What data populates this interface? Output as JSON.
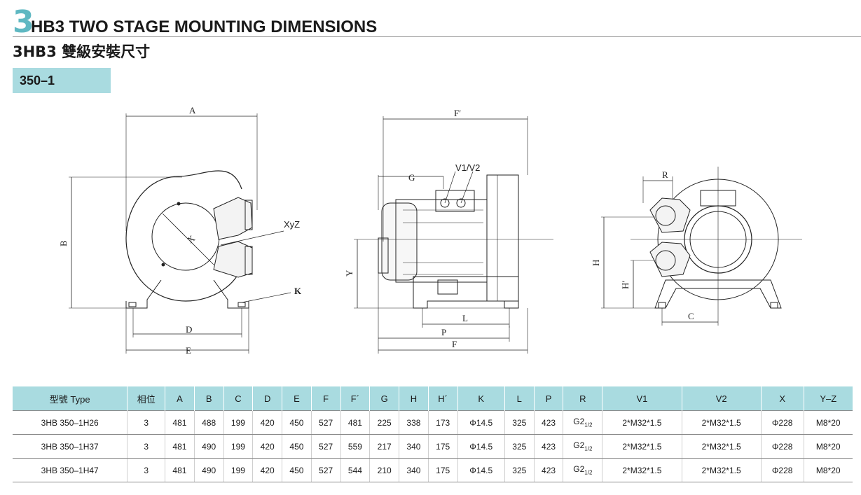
{
  "header": {
    "big_numeral": "3",
    "title_en": "HB3 TWO STAGE MOUNTING DIMENSIONS",
    "title_zh": "3HB3 雙級安裝尺寸",
    "model_tag": "350–1"
  },
  "drawing_labels": {
    "A": "A",
    "B": "B",
    "C": "C",
    "D": "D",
    "E": "E",
    "F": "F",
    "F_prime": "F′",
    "G": "G",
    "H": "H",
    "H_prime": "H′",
    "K": "K",
    "L": "L",
    "P": "P",
    "R": "R",
    "X": "X",
    "Y": "Y",
    "XYZ": "XyZ",
    "V1V2": "V1/V2"
  },
  "table": {
    "headers": [
      "型號 Type",
      "相位",
      "A",
      "B",
      "C",
      "D",
      "E",
      "F",
      "F´",
      "G",
      "H",
      "H´",
      "K",
      "L",
      "P",
      "R",
      "V1",
      "V2",
      "X",
      "Y–Z"
    ],
    "rows": [
      [
        "3HB 350–1H26",
        "3",
        "481",
        "488",
        "199",
        "420",
        "450",
        "527",
        "481",
        "225",
        "338",
        "173",
        "Φ14.5",
        "325",
        "423",
        "G2",
        "2*M32*1.5",
        "2*M32*1.5",
        "Φ228",
        "M8*20"
      ],
      [
        "3HB 350–1H37",
        "3",
        "481",
        "490",
        "199",
        "420",
        "450",
        "527",
        "559",
        "217",
        "340",
        "175",
        "Φ14.5",
        "325",
        "423",
        "G2",
        "2*M32*1.5",
        "2*M32*1.5",
        "Φ228",
        "M8*20"
      ],
      [
        "3HB 350–1H47",
        "3",
        "481",
        "490",
        "199",
        "420",
        "450",
        "527",
        "544",
        "210",
        "340",
        "175",
        "Φ14.5",
        "325",
        "423",
        "G2",
        "2*M32*1.5",
        "2*M32*1.5",
        "Φ228",
        "M8*20"
      ]
    ],
    "r_subscript": "1/2"
  }
}
